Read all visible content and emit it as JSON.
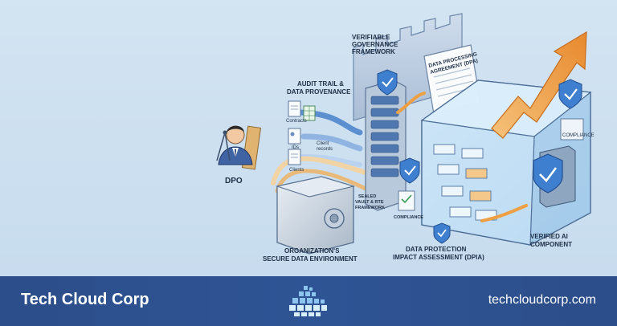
{
  "labels": {
    "governance_1": "VERIFIABLE",
    "governance_2": "GOVERNANCE",
    "governance_3": "FRAMEWORK",
    "audit_1": "AUDIT TRAIL &",
    "audit_2": "DATA PROVENANCE",
    "contracts": "Contracts",
    "ids": "IDs",
    "client_records_1": "Client",
    "client_records_2": "records",
    "clients": "Clients",
    "dpo": "DPO",
    "dpa_1": "DATA PROCESSING",
    "dpa_2": "AGREEMENT (DPA)",
    "vault_1": "SEALED",
    "vault_2": "VAULT & RTE",
    "vault_3": "FRAMEWORK",
    "compliance_badge": "COMPLIANCE",
    "compliance_tag": "COMPLIANCE",
    "secure_env_1": "ORGANIZATION'S",
    "secure_env_2": "SECURE DATA ENVIRONMENT",
    "dpia_1": "DATA PROTECTION",
    "dpia_2": "IMPACT ASSESSMENT (DPIA)",
    "verified_1": "VERIFIED AI",
    "verified_2": "COMPONENT"
  },
  "footer": {
    "brand": "Tech Cloud Corp",
    "url": "techcloudcorp.com"
  },
  "colors": {
    "footer_bg": "#2f5495",
    "arrow_orange": "#f0a24a",
    "shield_blue": "#3f7fd0",
    "page_bg": "#cfe0ef"
  }
}
